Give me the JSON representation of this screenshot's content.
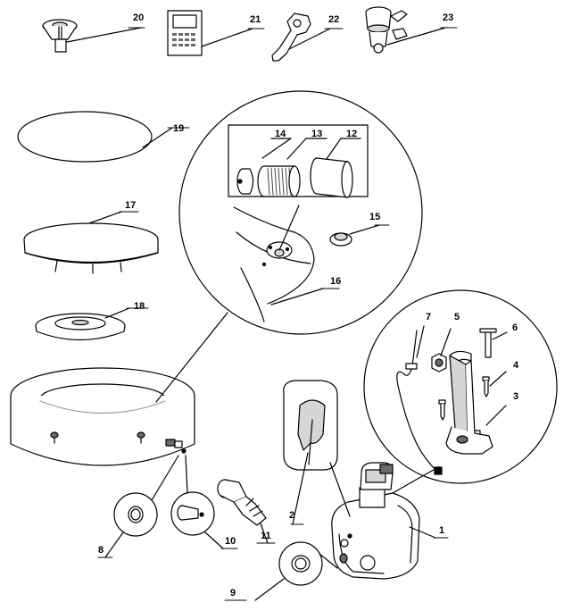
{
  "diagram": {
    "type": "exploded parts diagram",
    "parts": [
      {
        "number": "1"
      },
      {
        "number": "2"
      },
      {
        "number": "3"
      },
      {
        "number": "4"
      },
      {
        "number": "5"
      },
      {
        "number": "6"
      },
      {
        "number": "7"
      },
      {
        "number": "8"
      },
      {
        "number": "9"
      },
      {
        "number": "10"
      },
      {
        "number": "11"
      },
      {
        "number": "12"
      },
      {
        "number": "13"
      },
      {
        "number": "14"
      },
      {
        "number": "15"
      },
      {
        "number": "16"
      },
      {
        "number": "17"
      },
      {
        "number": "18"
      },
      {
        "number": "19"
      },
      {
        "number": "20"
      },
      {
        "number": "21"
      },
      {
        "number": "22"
      },
      {
        "number": "23"
      }
    ]
  },
  "colors": {
    "line": "#000000",
    "background": "#ffffff",
    "shade": "#d6d6d6",
    "dark": "#6a6a6a"
  }
}
